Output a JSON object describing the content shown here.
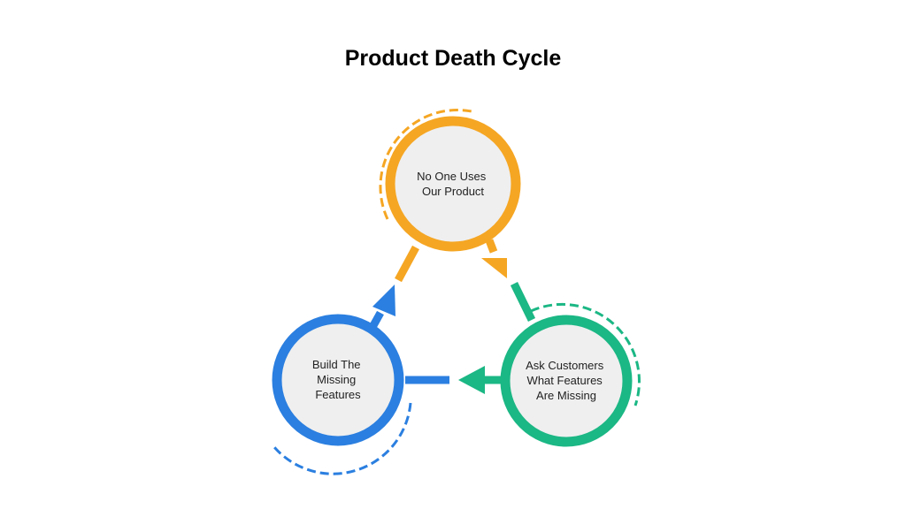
{
  "title": "Product Death Cycle",
  "colors": {
    "orange": "#F5A623",
    "green": "#1BB784",
    "blue": "#2B7FE0",
    "node_fill": "#EFEFEF",
    "text": "#222222"
  },
  "nodes": [
    {
      "id": "top",
      "lines": [
        "No One Uses",
        "Our Product"
      ],
      "color": "orange"
    },
    {
      "id": "right",
      "lines": [
        "Ask Customers",
        "What Features",
        "Are Missing"
      ],
      "color": "green"
    },
    {
      "id": "left",
      "lines": [
        "Build The",
        "Missing",
        "Features"
      ],
      "color": "blue"
    }
  ]
}
